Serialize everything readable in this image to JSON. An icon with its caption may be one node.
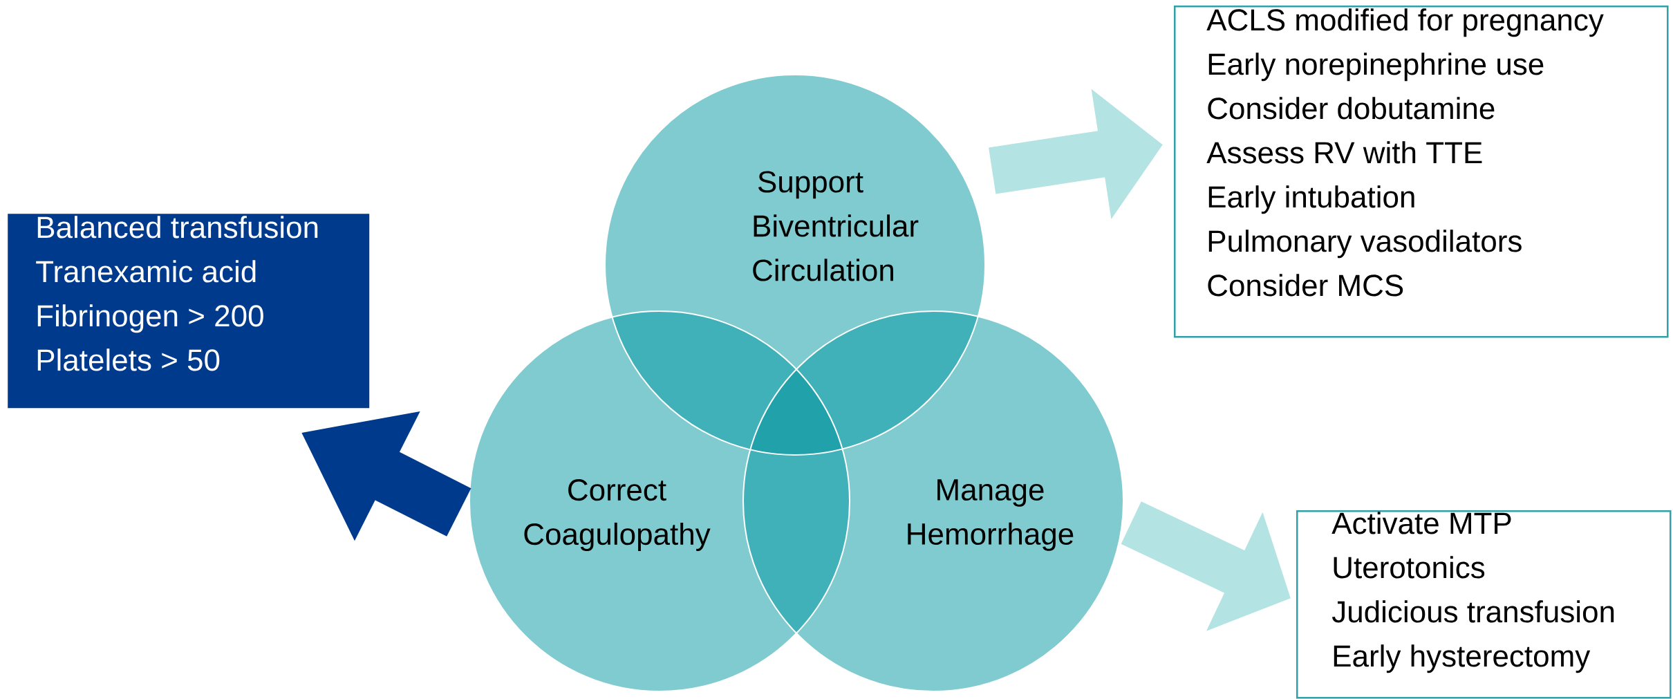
{
  "diagram": {
    "nodes": [
      {
        "text": [
          "Balanced transfusion",
          "Tranexamic acid",
          "Fibrinogen > 200",
          "Platelets > 50"
        ]
      },
      {
        "text": [
          "Support Biventricular Circulation"
        ]
      },
      {
        "text": [
          "ACLS modified for pregnancy",
          "Early norepinephrine use",
          "Consider dobutamine",
          "Assess RV with TTE",
          "Early intubation",
          "Pulmonary vasodilators",
          "Consider MCS"
        ]
      },
      {
        "text": [
          "Correct Coagulopathy"
        ]
      },
      {
        "text": [
          "Manage Hemorrhage"
        ]
      },
      {
        "text": [
          "Activate MTP",
          "Uterotonics",
          "Judicious transfusion",
          "Early hysterectomy"
        ]
      }
    ],
    "edges": [
      {
        "from": 1,
        "to": 2,
        "arrow": "to"
      },
      {
        "from": 3,
        "to": 0,
        "arrow": "to",
        "color": "#003a8c"
      },
      {
        "from": 4,
        "to": 5,
        "arrow": "to"
      }
    ]
  }
}
